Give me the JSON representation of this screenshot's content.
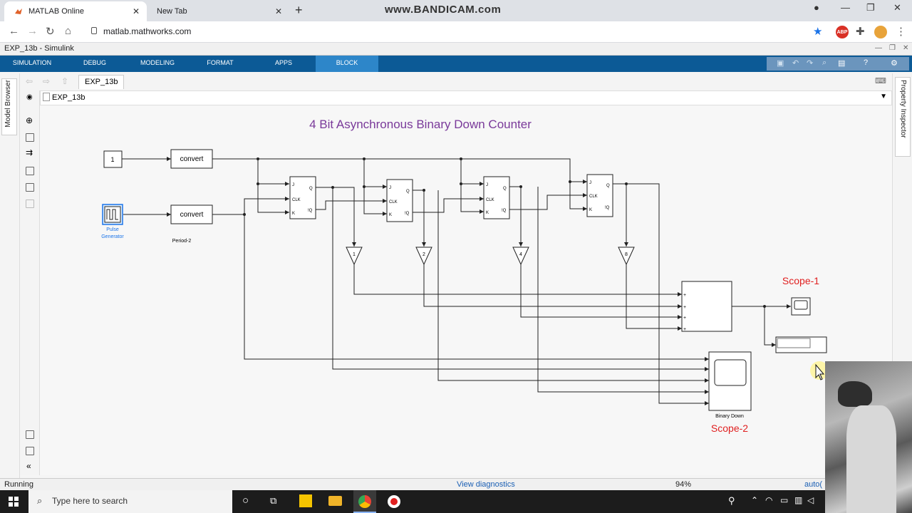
{
  "browser": {
    "tabs": [
      {
        "label": "MATLAB Online"
      },
      {
        "label": "New Tab"
      }
    ],
    "watermark": "www.BANDICAM.com",
    "url": "matlab.mathworks.com",
    "extensions": [
      "ABP"
    ]
  },
  "matlab": {
    "window_title": "EXP_13b - Simulink",
    "ribbon_tabs": [
      {
        "label": "SIMULATION"
      },
      {
        "label": "DEBUG"
      },
      {
        "label": "MODELING"
      },
      {
        "label": "FORMAT"
      },
      {
        "label": "APPS"
      },
      {
        "label": "BLOCK"
      }
    ],
    "active_tab": "BLOCK",
    "model_tab": "EXP_13b",
    "path": "EXP_13b",
    "left_panel": "Model Browser",
    "right_panel": "Property Inspector"
  },
  "diagram": {
    "title": "4 Bit Asynchronous Binary Down Counter",
    "constant_value": "1",
    "convert_label_1": "convert",
    "convert_label_2": "convert",
    "pulse_label": "Pulse\nGenerator",
    "pulse_line1": "Pulse",
    "pulse_line2": "Generator",
    "period_label": "Period-2",
    "ff_pins": {
      "j": "J",
      "clk": "CLK",
      "k": "K",
      "q": "Q",
      "nq": "!Q"
    },
    "gains": [
      "1",
      "2",
      "4",
      "8"
    ],
    "scope1_label": "Scope-1",
    "scope2_label": "Scope-2",
    "scope2_caption": "Binary Down",
    "sum_signs": [
      "+",
      "+",
      "+",
      "+"
    ]
  },
  "status_bar": {
    "state": "Running",
    "diagnostics": "View diagnostics",
    "zoom": "94%",
    "solver": "auto("
  },
  "taskbar": {
    "search_placeholder": "Type here to search"
  },
  "colors": {
    "ribbon": "#0c5a96",
    "ribbon_active": "#2d86c9",
    "title": "#7a3a9a",
    "scope_label": "#e02020",
    "link": "#1a5fb4"
  }
}
